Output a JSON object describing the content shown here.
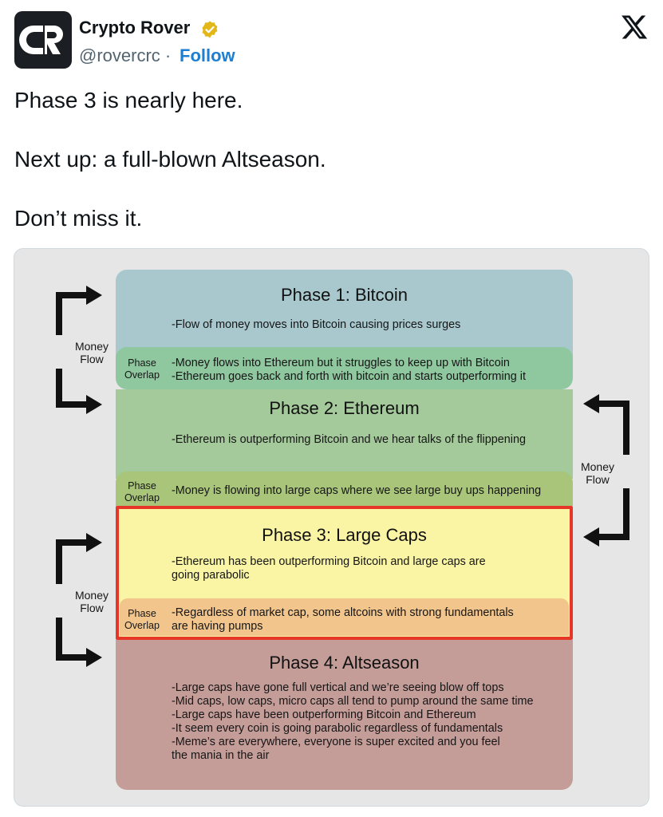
{
  "tweet": {
    "author_name": "Crypto Rover",
    "handle": "@rovercrc",
    "separator": " · ",
    "follow_label": "Follow",
    "avatar_text": "CR",
    "lines": [
      "Phase 3 is nearly here.",
      "Next up: a full-blown Altseason.",
      "Don’t miss it."
    ]
  },
  "colors": {
    "accent_blue": "#1d7fd1",
    "verified_gold": "#e2b719",
    "highlight_red": "#e53628",
    "phase1": "#a8c8ce",
    "phase2": "#a4c99a",
    "phase3": "#faf5a4",
    "phase4": "#c49d99"
  },
  "icons": {
    "verified": "verified-badge-icon",
    "x_logo": "x-logo-icon",
    "arrows": "money-flow-arrow-icon"
  },
  "infographic": {
    "money_flow_label": "Money\nFlow",
    "phase_overlap_label": "Phase\nOverlap",
    "phases": [
      {
        "title": "Phase 1: Bitcoin",
        "text": "-Flow of money moves into Bitcoin causing prices surges"
      },
      {
        "title": "Phase 2: Ethereum",
        "text": "-Ethereum is outperforming Bitcoin and we hear talks of the flippening"
      },
      {
        "title": "Phase 3: Large Caps",
        "text": "-Ethereum has been outperforming Bitcoin and large caps are\ngoing parabolic"
      },
      {
        "title": "Phase 4: Altseason",
        "text": "-Large caps have gone full vertical and we’re seeing blow off tops\n-Mid caps, low caps, micro caps all tend to pump around the same time\n-Large caps have been outperforming Bitcoin and Ethereum\n-It seem every coin is going parabolic regardless of fundamentals\n-Meme’s are everywhere, everyone is super excited and you feel\nthe mania in the air"
      }
    ],
    "overlaps": [
      {
        "text": "-Money flows into Ethereum but it struggles to keep up with Bitcoin\n-Ethereum goes back and forth with bitcoin and starts outperforming it"
      },
      {
        "text": "-Money is flowing into large caps where we see large buy ups happening"
      },
      {
        "text": "-Regardless of market cap, some altcoins with strong fundamentals\nare having pumps"
      }
    ]
  }
}
